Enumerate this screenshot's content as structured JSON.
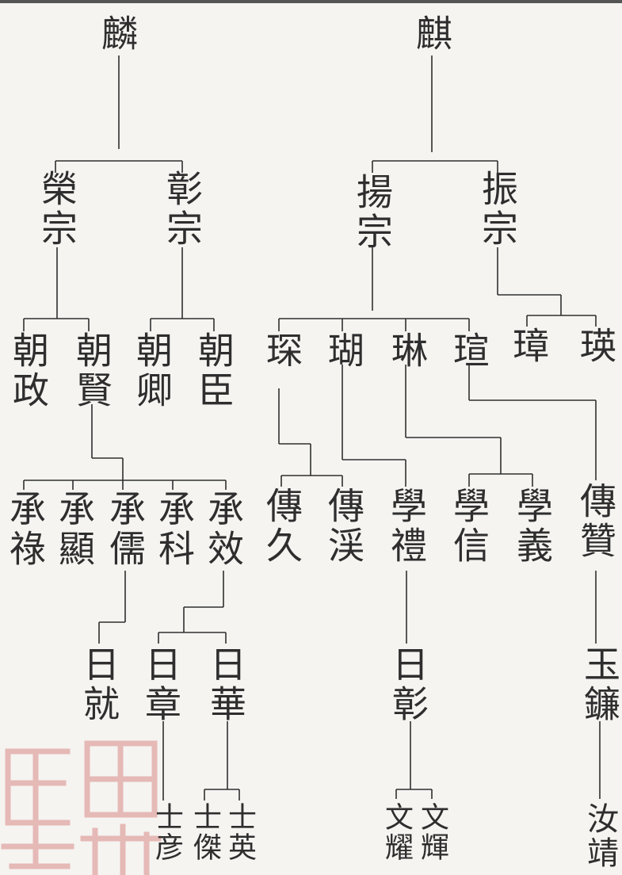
{
  "genealogy": {
    "gen1": [
      "麟",
      "麒"
    ],
    "gen2": [
      "榮宗",
      "彰宗",
      "揚宗",
      "振宗"
    ],
    "gen3": [
      "朝政",
      "朝賢",
      "朝卿",
      "朝臣",
      "琛",
      "瑚",
      "琳",
      "瑄",
      "璋",
      "瑛"
    ],
    "gen4": [
      "承祿",
      "承顯",
      "承儒",
      "承科",
      "承效",
      "傳久",
      "傳渓",
      "學禮",
      "學信",
      "學義",
      "傳贊"
    ],
    "gen5": [
      "日就",
      "日章",
      "日華",
      "日彰",
      "玉鐮"
    ],
    "gen6": [
      "士彦",
      "士傑",
      "士英",
      "文耀",
      "文輝",
      "汝靖"
    ]
  },
  "colors": {
    "paper": "#f5f4f1",
    "ink": "#2e2e2e",
    "seal": "#d98a86"
  }
}
